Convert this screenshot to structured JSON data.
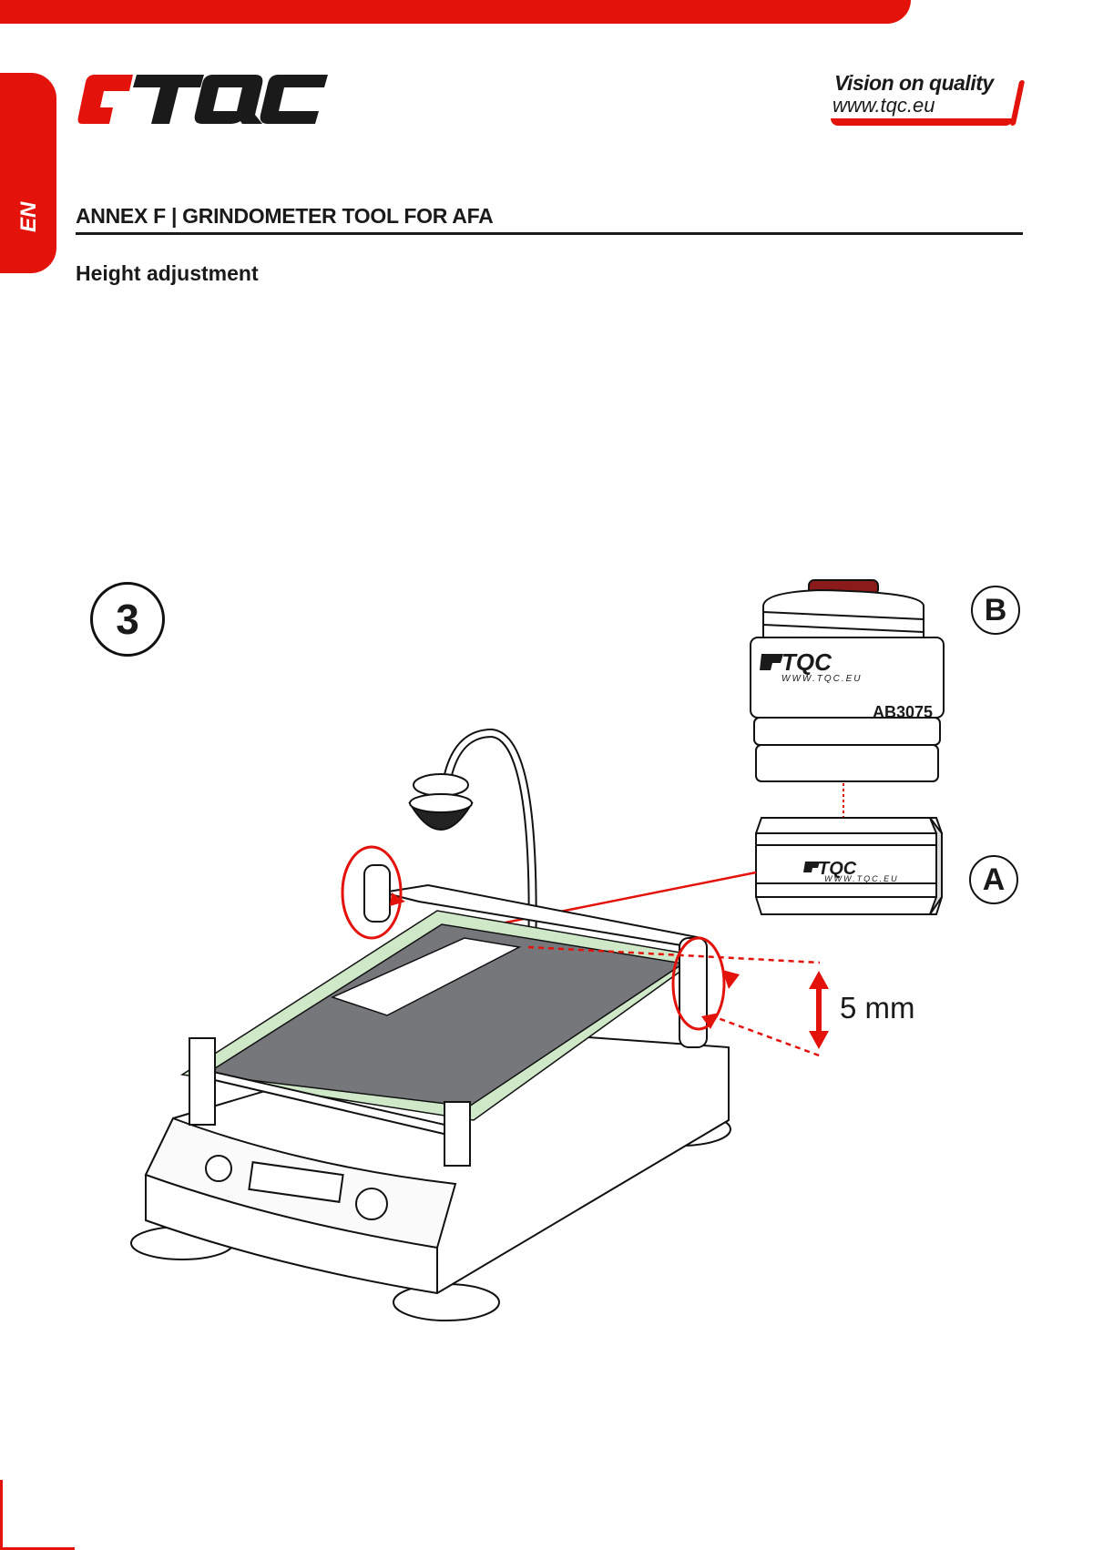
{
  "header": {
    "brand_logo_text": "TQC",
    "tagline": "Vision on quality",
    "website": "www.tqc.eu",
    "language": "EN",
    "accent_color": "#e3120b"
  },
  "section": {
    "title": "ANNEX F | GRINDOMETER TOOL FOR AFA",
    "subtitle": "Height adjustment"
  },
  "figure": {
    "step_number": "3",
    "label_b": "B",
    "label_a": "A",
    "product_code": "AB3075",
    "part_url_b": "WWW.TQC.EU",
    "part_url_a": "WWW.TQC.EU",
    "dimension": "5 mm"
  }
}
